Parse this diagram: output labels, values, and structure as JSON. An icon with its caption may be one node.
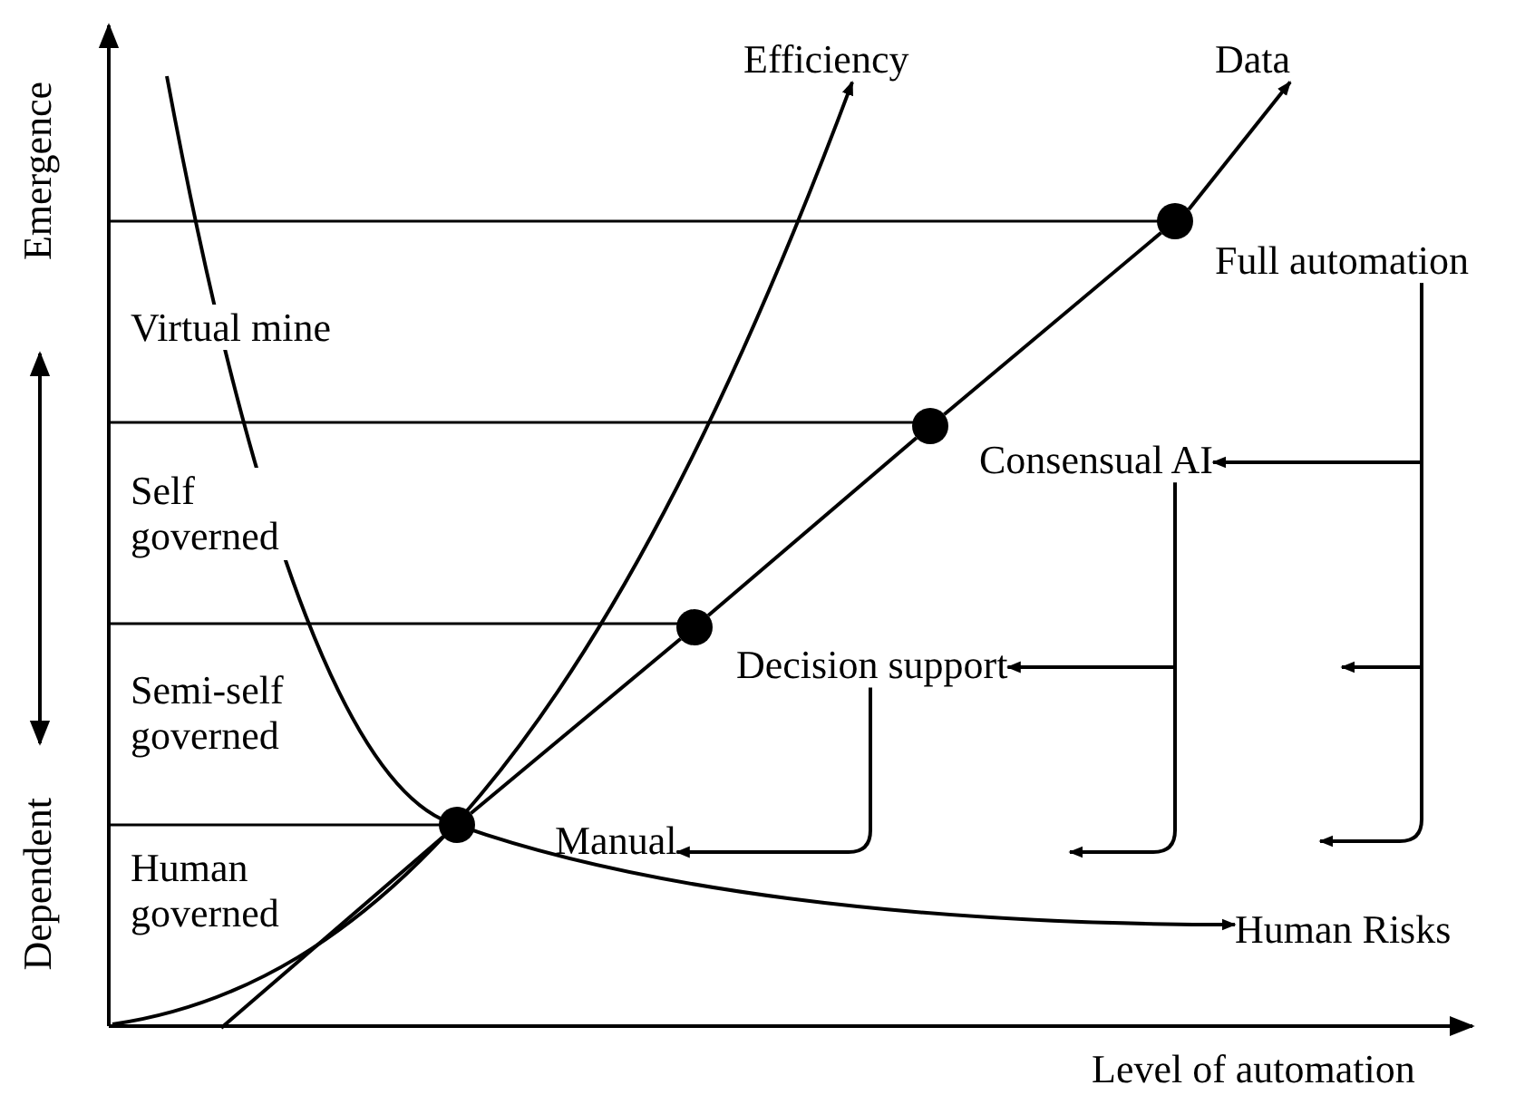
{
  "diagram": {
    "nodes": [
      {
        "text": [
          "Efficiency"
        ]
      },
      {
        "text": [
          "Data"
        ]
      },
      {
        "text": [
          "Full automation"
        ]
      },
      {
        "text": [
          "Consensual AI"
        ]
      },
      {
        "text": [
          "Decision support"
        ]
      },
      {
        "text": [
          "Manual"
        ]
      },
      {
        "text": [
          "Human Risks"
        ]
      },
      {
        "text": [],
        "shape": "circle"
      },
      {
        "text": [],
        "shape": "circle"
      },
      {
        "text": [],
        "shape": "circle"
      },
      {
        "text": [],
        "shape": "circle"
      }
    ],
    "edges": [
      {
        "from": null,
        "to": 0,
        "arrow": "to"
      },
      {
        "from": null,
        "to": 10,
        "arrow": "none"
      },
      {
        "from": 10,
        "to": 9,
        "arrow": "none"
      },
      {
        "from": 9,
        "to": 8,
        "arrow": "none"
      },
      {
        "from": 8,
        "to": 7,
        "arrow": "none"
      },
      {
        "from": 7,
        "to": 1,
        "arrow": "to"
      },
      {
        "from": null,
        "to": 6,
        "arrow": "to"
      },
      {
        "from": 2,
        "to": 3,
        "arrow": "to"
      },
      {
        "from": 2,
        "to": null,
        "arrow": "to"
      },
      {
        "from": 2,
        "to": null,
        "arrow": "to"
      },
      {
        "from": 3,
        "to": 4,
        "arrow": "to"
      },
      {
        "from": 3,
        "to": null,
        "arrow": "to"
      },
      {
        "from": 4,
        "to": 5,
        "arrow": "to"
      }
    ],
    "labels": [
      "Emergence",
      "Virtual mine",
      "Self governed",
      "Semi-self governed",
      "Human governed",
      "Dependent",
      "Level of automation"
    ]
  }
}
